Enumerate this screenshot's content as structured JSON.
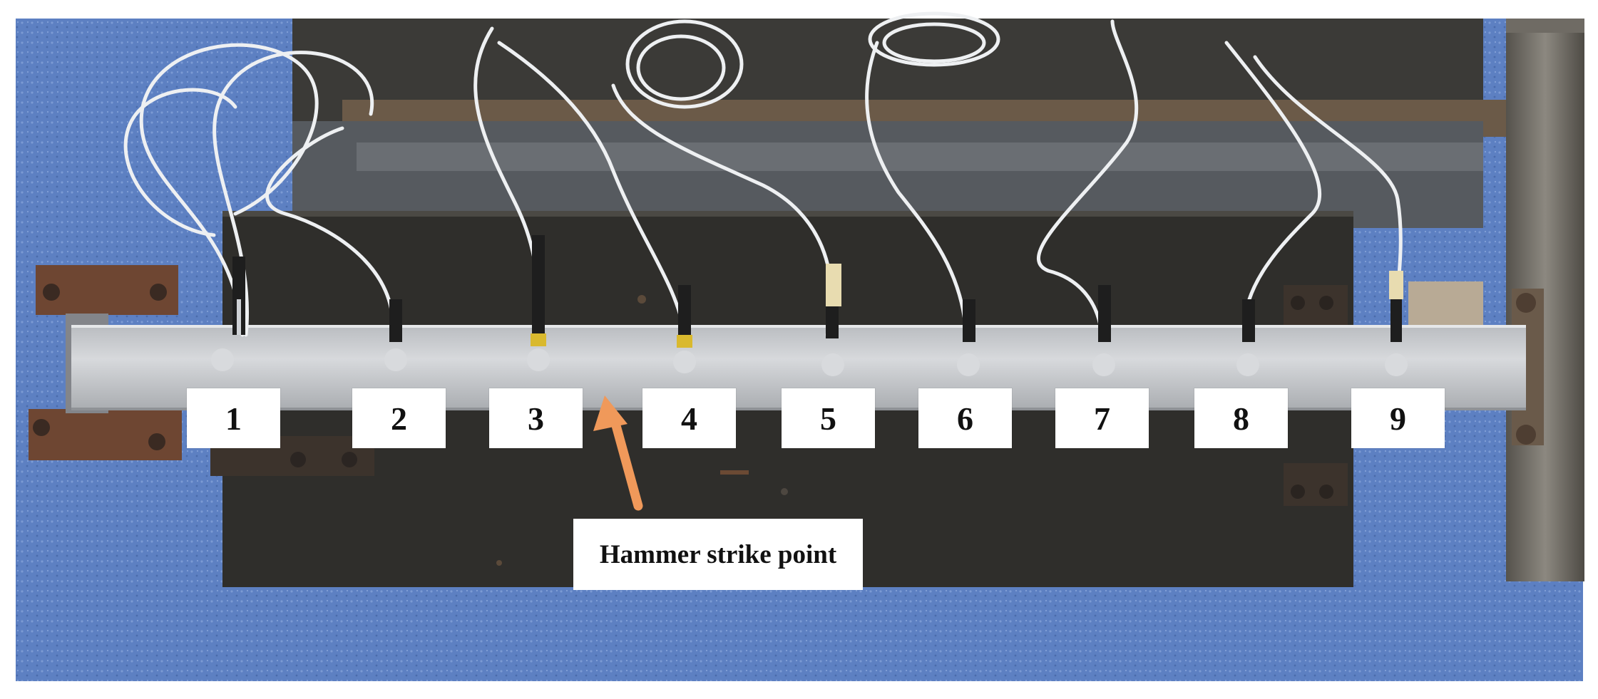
{
  "sensor_labels": [
    "1",
    "2",
    "3",
    "4",
    "5",
    "6",
    "7",
    "8",
    "9"
  ],
  "strike_label": "Hammer strike point",
  "colors": {
    "floor": "#5c7fc0",
    "plate": "#2f2e2b",
    "beam": "#c9ccd0",
    "arrow": "#f0995a",
    "rust": "#6e4632",
    "cable": "#eef0f2"
  }
}
